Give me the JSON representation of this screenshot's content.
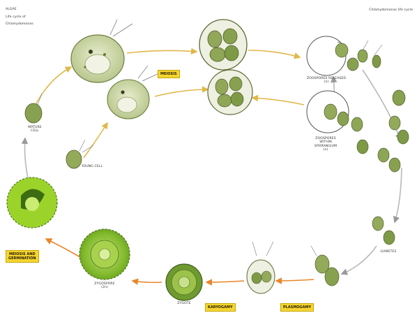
{
  "header": {
    "title_lines": [
      "ALGAE",
      "Life cycle of",
      "Chlamydomonas"
    ],
    "top_right": "Chlamydomonas life cycle"
  },
  "labels": {
    "meiosis": "MEIOSIS",
    "meiosis_germination": "MEIOSIS AND\nGERMINATION",
    "karyogamy": "KARYOGAMY",
    "plasmogamy": "PLASMOGAMY",
    "zoospores_released": "ZOOSPORES RELEASED\n(n)",
    "zoospores_within": "ZOOSPORES\nWITHIN\nSPORANGIUM\n(n)",
    "gametes": "GAMETES",
    "zygospore": "ZYGOSPORE\n(2n)",
    "zygote": "ZYGOTE",
    "mature_cell": "MATURE\nCELL",
    "young_cell": "YOUNG CELL"
  },
  "colors": {
    "tag_fill": "#f3d631",
    "arrow_yellow": "#e0b84a",
    "arrow_orange": "#e9862a",
    "arrow_gray": "#a8a8a8",
    "cell_green": "#7ea04a",
    "spore_bright": "#9bd32a"
  }
}
